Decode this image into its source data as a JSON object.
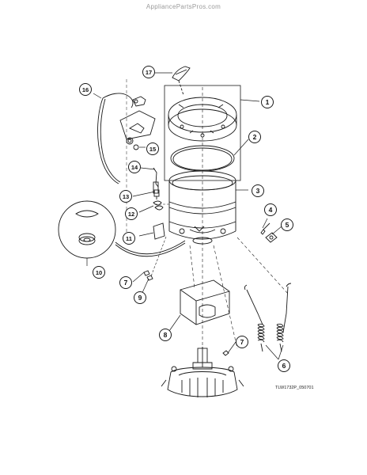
{
  "watermark": "AppliancePartsPros.com",
  "diagram_code": "TLW1732P_050701",
  "callouts": [
    {
      "id": "c1",
      "label": "1"
    },
    {
      "id": "c2",
      "label": "2"
    },
    {
      "id": "c3",
      "label": "3"
    },
    {
      "id": "c4",
      "label": "4"
    },
    {
      "id": "c5",
      "label": "5"
    },
    {
      "id": "c6",
      "label": "6"
    },
    {
      "id": "c7a",
      "label": "7"
    },
    {
      "id": "c7b",
      "label": "7"
    },
    {
      "id": "c8",
      "label": "8"
    },
    {
      "id": "c9",
      "label": "9"
    },
    {
      "id": "c10",
      "label": "10"
    },
    {
      "id": "c11",
      "label": "11"
    },
    {
      "id": "c12",
      "label": "12"
    },
    {
      "id": "c13",
      "label": "13"
    },
    {
      "id": "c14",
      "label": "14"
    },
    {
      "id": "c15",
      "label": "15"
    },
    {
      "id": "c16",
      "label": "16"
    },
    {
      "id": "c17",
      "label": "17"
    }
  ]
}
